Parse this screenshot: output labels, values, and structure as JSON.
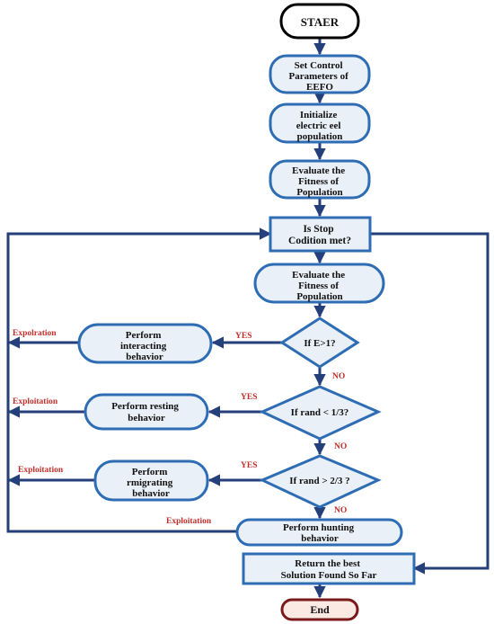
{
  "colors": {
    "node_fill": "#eaf0f7",
    "node_stroke": "#2e6db4",
    "terminal_stroke": "#000000",
    "end_stroke": "#7a1a1a",
    "end_fill": "#fbe9e3",
    "arrow": "#243f7a",
    "label": "#c0302b"
  },
  "nodes": {
    "start": "STAER",
    "set_params": [
      "Set Control",
      "Parameters of",
      "EEFO"
    ],
    "initialize": [
      "Initialize",
      "electric eel",
      "population"
    ],
    "evaluate_1": [
      "Evaluate the",
      "Fitness of",
      "Population"
    ],
    "stop_check": [
      "Is Stop",
      "Codition met?"
    ],
    "evaluate_2": [
      "Evaluate the",
      "Fitness of",
      "Population"
    ],
    "decision_e": "If E>1?",
    "interacting": [
      "Perform",
      "interacting",
      "behavior"
    ],
    "decision_r1": "If rand < 1/3?",
    "resting": [
      "Perform resting",
      "behavior"
    ],
    "decision_r2": "If rand > 2/3 ?",
    "migrating": [
      "Perform",
      "rmigrating",
      "behavior"
    ],
    "hunting": [
      "Perform hunting",
      "behavior"
    ],
    "return_best": [
      "Return the best",
      "Solution Found So Far"
    ],
    "end": "End"
  },
  "labels": {
    "yes_1": "YES",
    "yes_2": "YES",
    "yes_3": "YES",
    "no_1": "NO",
    "no_2": "NO",
    "no_3": "NO",
    "exploration": "Expolration",
    "exploitation_1": "Exploitation",
    "exploitation_2": "Exploitation",
    "exploitation_3": "Exploitation"
  }
}
